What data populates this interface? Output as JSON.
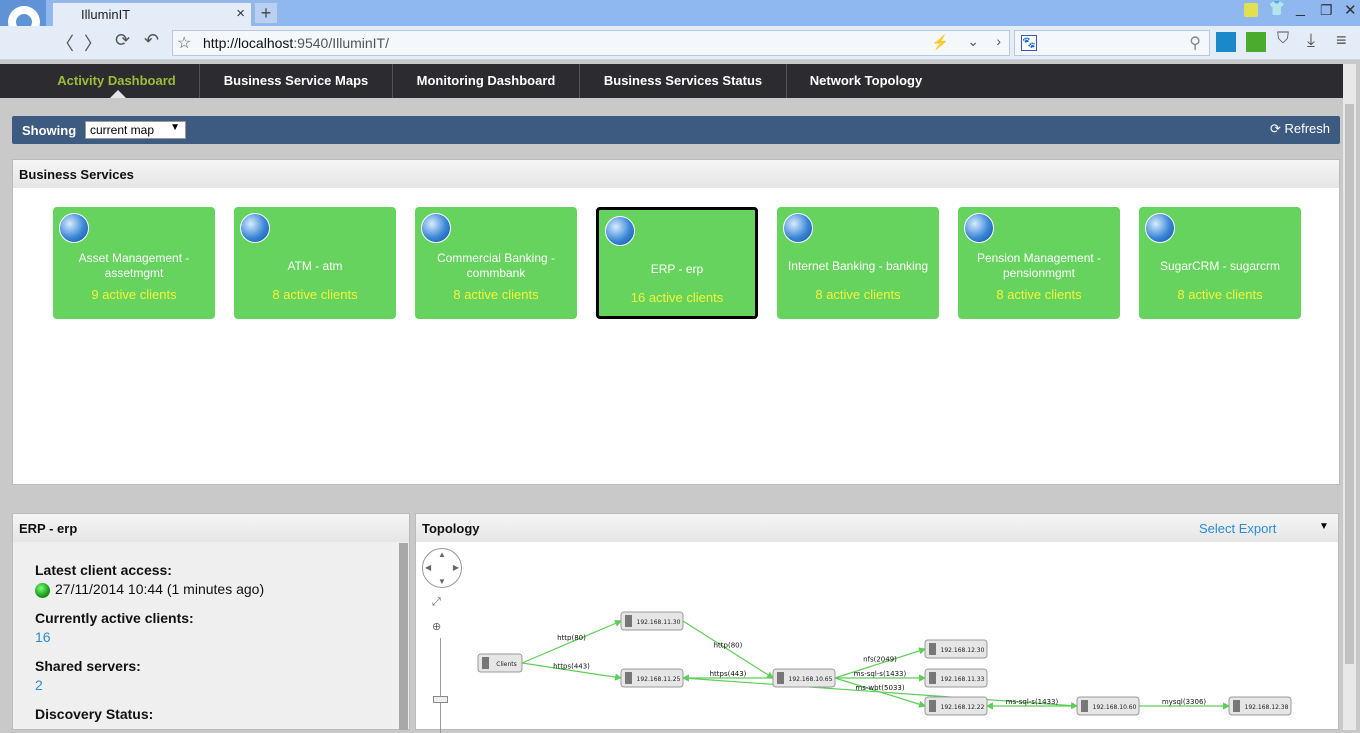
{
  "browser": {
    "tab_title": "IlluminIT",
    "new_tab": "+",
    "close_tab": "×",
    "url_host": "http://localhost",
    "url_rest": ":9540/IlluminIT/"
  },
  "nav": [
    "Activity Dashboard",
    "Business Service Maps",
    "Monitoring Dashboard",
    "Business Services Status",
    "Network Topology"
  ],
  "colors": {
    "nav_active": "#9cbd38",
    "card": "#66d35e",
    "active_clients": "#f4f43a",
    "link": "#2a8bd6",
    "edge": "#5ccf57"
  },
  "showbar": {
    "label": "Showing",
    "selected": "current map",
    "refresh": "Refresh"
  },
  "business_services": {
    "title": "Business Services",
    "cards": [
      {
        "name": "Asset Management - assetmgmt",
        "clients": "9 active clients"
      },
      {
        "name": "ATM - atm",
        "clients": "8 active clients"
      },
      {
        "name": "Commercial Banking - commbank",
        "clients": "8 active clients"
      },
      {
        "name": "ERP - erp",
        "clients": "16 active clients",
        "selected": true
      },
      {
        "name": "Internet Banking - banking",
        "clients": "8 active clients"
      },
      {
        "name": "Pension Management - pensionmgmt",
        "clients": "8 active clients"
      },
      {
        "name": "SugarCRM - sugarcrm",
        "clients": "8 active clients"
      }
    ]
  },
  "details": {
    "title": "ERP - erp",
    "latest_label": "Latest client access:",
    "latest_value": "27/11/2014 10:44 (1 minutes ago)",
    "active_label": "Currently active clients:",
    "active_value": "16",
    "shared_label": "Shared servers:",
    "shared_value": "2",
    "discovery_label": "Discovery Status:"
  },
  "topology": {
    "title": "Topology",
    "export": "Select Export",
    "nodes": [
      "Clients",
      "192.168.11.30",
      "192.168.11.25",
      "192.168.10.65",
      "192.168.12.30",
      "192.168.11.33",
      "192.168.12.22",
      "192.168.10.60",
      "192.168.12.38"
    ],
    "edges": [
      {
        "from": "Clients",
        "to": "192.168.11.30",
        "label": "http(80)"
      },
      {
        "from": "Clients",
        "to": "192.168.11.25",
        "label": "https(443)"
      },
      {
        "from": "192.168.11.30",
        "to": "192.168.10.65",
        "label": "http(80)"
      },
      {
        "from": "192.168.10.65",
        "to": "192.168.11.25",
        "label": "https(443)"
      },
      {
        "from": "192.168.10.65",
        "to": "192.168.12.30",
        "label": "nfs(2049)"
      },
      {
        "from": "192.168.10.65",
        "to": "192.168.11.33",
        "label": "ms-sql-s(1433)"
      },
      {
        "from": "192.168.10.65",
        "to": "192.168.12.22",
        "label": "ms-wbt(5033)"
      },
      {
        "from": "192.168.11.25",
        "to": "192.168.10.60",
        "label": ""
      },
      {
        "from": "192.168.10.60",
        "to": "192.168.12.22",
        "label": "ms-sql-s(1433)"
      },
      {
        "from": "192.168.10.60",
        "to": "192.168.12.38",
        "label": "mysql(3306)"
      }
    ]
  }
}
